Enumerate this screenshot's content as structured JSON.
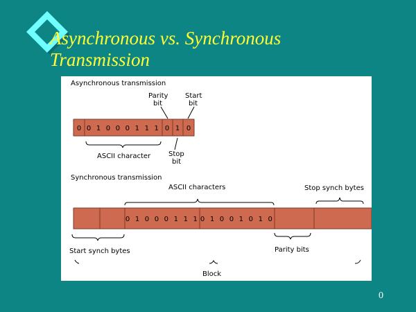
{
  "slide": {
    "title_line1": "Asynchronous vs. Synchronous",
    "title_line2": "Transmission",
    "page_number": "0"
  },
  "colors": {
    "background": "#0E8585",
    "title": "#FFFF33",
    "frame_fill": "#CD6A50",
    "bullet_outer": "#6FFFFF",
    "bullet_inner": "#0E8585"
  },
  "bullet_icon": "diamond-bullet-icon",
  "async": {
    "heading": "Asynchronous transmission",
    "start_bit_value": "0",
    "data_bits": "0 1 0 0 0 1 1 1",
    "parity_value": "0",
    "stop_value": "1",
    "trailing_bit": "0",
    "parity_label_1": "Parity",
    "parity_label_2": "bit",
    "start_label_1": "Start",
    "start_label_2": "bit",
    "stop_label_1": "Stop",
    "stop_label_2": "bit",
    "ascii_label": "ASCII character"
  },
  "sync": {
    "heading": "Synchronous transmission",
    "ascii_label": "ASCII characters",
    "stop_label": "Stop synch bytes",
    "char1_bits": "0 1 0 0 0 1 1 1",
    "char2_bits": "0 1 0 0 1 0 1 0",
    "start_label": "Start synch bytes",
    "parity_label": "Parity bits",
    "block_label": "Block"
  }
}
